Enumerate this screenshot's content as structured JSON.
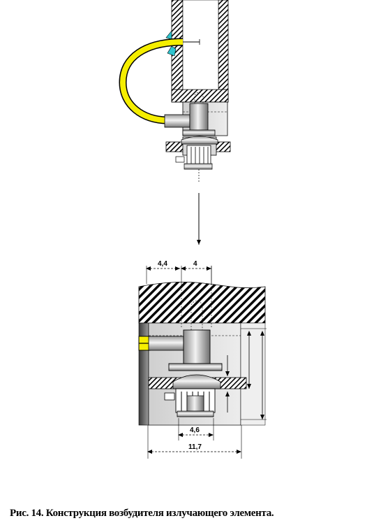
{
  "dimensions": {
    "offset_left": "4,4",
    "width_top": "4",
    "width_bottom": "4,6",
    "overall_bottom": "11,7"
  },
  "caption": "Рис. 14. Конструкция возбудителя излучающего элемента.",
  "colors": {
    "cable": "#f5ee00",
    "sealant": "#2fc4cf",
    "hatch": "#000000",
    "metal_light": "#e6e6e6",
    "metal_dark": "#7a7a7a"
  }
}
